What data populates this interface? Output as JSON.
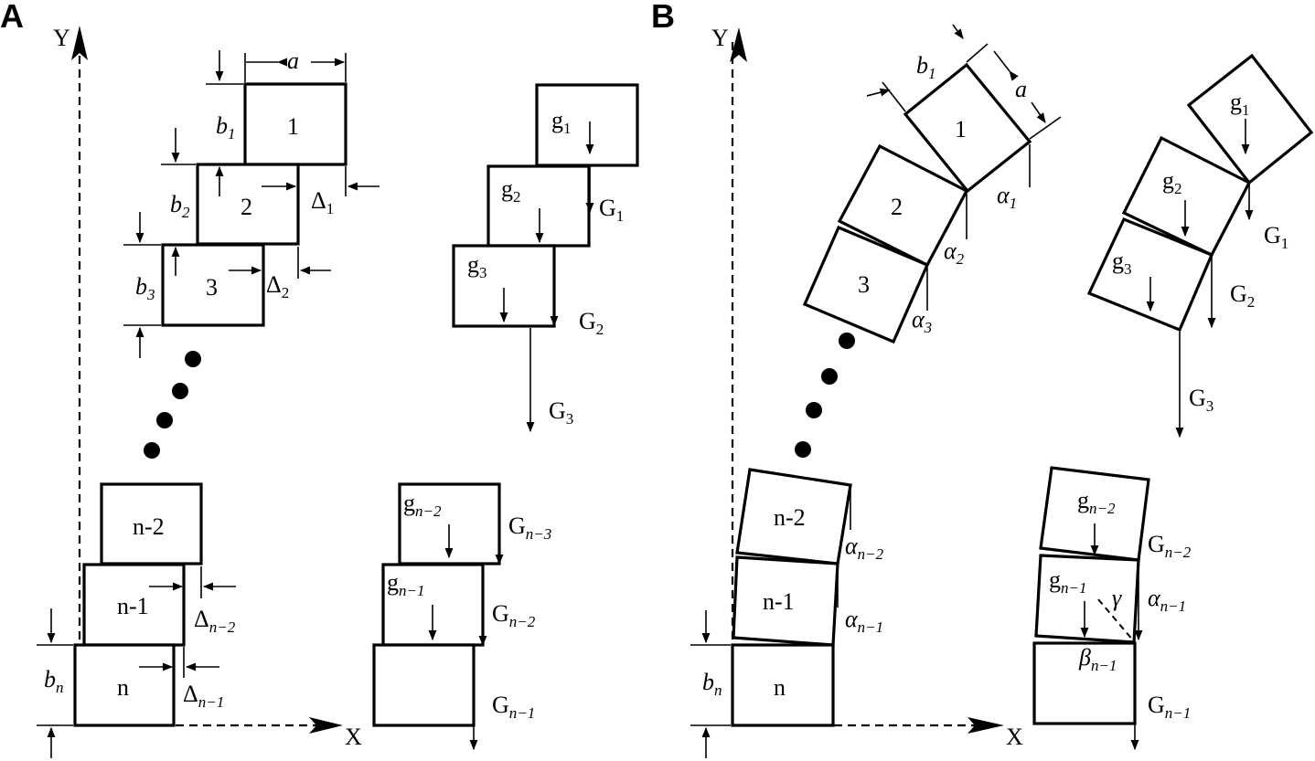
{
  "panels": {
    "a": {
      "letter": "A",
      "axis_y": "Y",
      "axis_x": "X",
      "blocks": [
        "1",
        "2",
        "3",
        "n-2",
        "n-1",
        "n"
      ],
      "dim_a": "a",
      "dims_b": [
        {
          "sym": "b",
          "sub": "1"
        },
        {
          "sym": "b",
          "sub": "2"
        },
        {
          "sym": "b",
          "sub": "3"
        },
        {
          "sym": "b",
          "sub": "n"
        }
      ],
      "deltas": [
        {
          "sym": "Δ",
          "sub": "1"
        },
        {
          "sym": "Δ",
          "sub": "2"
        },
        {
          "sym": "Δ",
          "sub": "n−2"
        },
        {
          "sym": "Δ",
          "sub": "n−1"
        }
      ],
      "g_labels": [
        {
          "sym": "g",
          "sub": "1"
        },
        {
          "sym": "g",
          "sub": "2"
        },
        {
          "sym": "g",
          "sub": "3"
        },
        {
          "sym": "g",
          "sub": "n−2"
        },
        {
          "sym": "g",
          "sub": "n−1"
        }
      ],
      "G_labels": [
        {
          "sym": "G",
          "sub": "1"
        },
        {
          "sym": "G",
          "sub": "2"
        },
        {
          "sym": "G",
          "sub": "3"
        },
        {
          "sym": "G",
          "sub": "n−3"
        },
        {
          "sym": "G",
          "sub": "n−2"
        },
        {
          "sym": "G",
          "sub": "n−1"
        }
      ]
    },
    "b": {
      "letter": "B",
      "axis_y": "Y",
      "axis_x": "X",
      "blocks": [
        "1",
        "2",
        "3",
        "n-2",
        "n-1",
        "n"
      ],
      "dim_a": "a",
      "dims_b": [
        {
          "sym": "b",
          "sub": "1"
        },
        {
          "sym": "b",
          "sub": "n"
        }
      ],
      "alphas": [
        {
          "sym": "α",
          "sub": "1"
        },
        {
          "sym": "α",
          "sub": "2"
        },
        {
          "sym": "α",
          "sub": "3"
        },
        {
          "sym": "α",
          "sub": "n−2"
        },
        {
          "sym": "α",
          "sub": "n−1"
        },
        {
          "sym": "α",
          "sub": "n−1"
        }
      ],
      "g_labels": [
        {
          "sym": "g",
          "sub": "1"
        },
        {
          "sym": "g",
          "sub": "2"
        },
        {
          "sym": "g",
          "sub": "3"
        },
        {
          "sym": "g",
          "sub": "n−2"
        },
        {
          "sym": "g",
          "sub": "n−1"
        }
      ],
      "G_labels": [
        {
          "sym": "G",
          "sub": "1"
        },
        {
          "sym": "G",
          "sub": "2"
        },
        {
          "sym": "G",
          "sub": "3"
        },
        {
          "sym": "G",
          "sub": "n−2"
        },
        {
          "sym": "G",
          "sub": "n−1"
        }
      ],
      "gamma": "γ",
      "beta": {
        "sym": "β",
        "sub": "n−1"
      }
    }
  }
}
